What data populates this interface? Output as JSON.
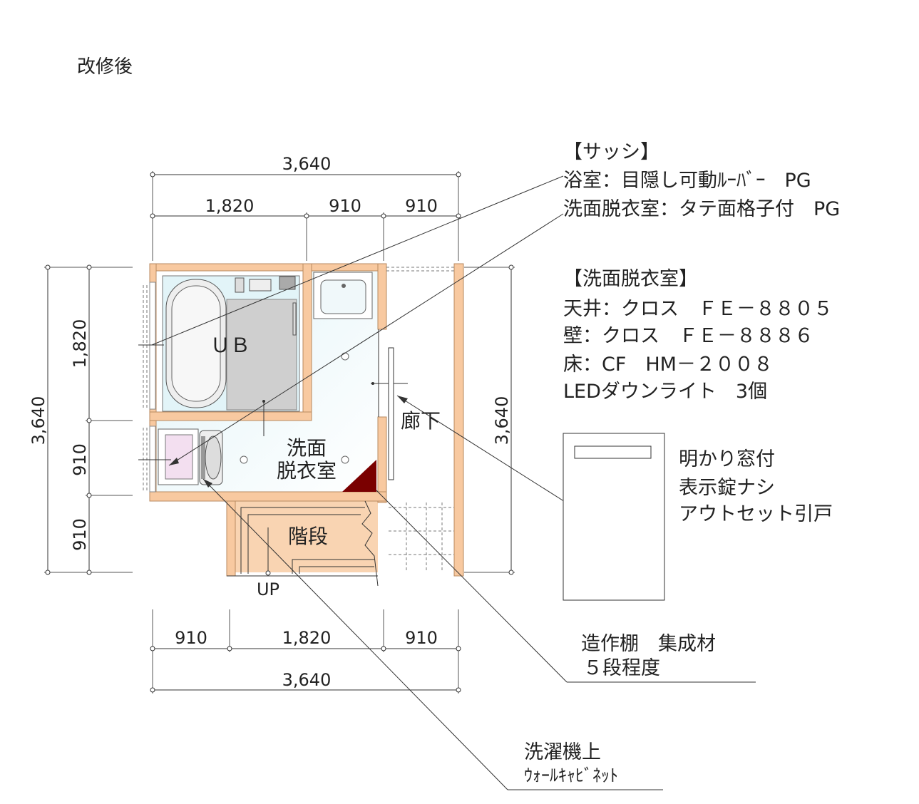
{
  "title": "改修後",
  "dimensions": {
    "top": {
      "total": "3,640",
      "segments": [
        "1,820",
        "910",
        "910"
      ]
    },
    "left": {
      "total": "3,640",
      "segments": [
        "1,820",
        "910",
        "910"
      ]
    },
    "right": {
      "total": "3,640"
    },
    "bottom": {
      "total": "3,640",
      "segments": [
        "910",
        "1,820",
        "910"
      ]
    }
  },
  "rooms": {
    "unit_bath": "ＵＢ",
    "washroom_line1": "洗面",
    "washroom_line2": "脱衣室",
    "corridor": "廊下",
    "stairs": "階段",
    "stairs_up": "UP"
  },
  "sash": {
    "heading": "【サッシ】",
    "bathroom": "浴室：目隠し可動ﾙｰﾊﾞｰ　PG",
    "washroom": "洗面脱衣室：タテ面格子付　PG"
  },
  "washroom_finish": {
    "heading": "【洗面脱衣室】",
    "items": [
      "天井：クロス　ＦＥ－８８０５",
      "壁：クロス　ＦＥ－８８８６",
      "床：CF　HM－２００８",
      "LEDダウンライト　3個"
    ]
  },
  "door": {
    "notes": [
      "明かり窓付",
      "表示錠ナシ",
      "アウトセット引戸"
    ]
  },
  "shelf": {
    "lines": [
      "造作棚　集成材",
      "５段程度"
    ]
  },
  "cabinet": {
    "lines": [
      "洗濯機上",
      "ｳｫｰﾙｷｬﾋﾞﾈｯﾄ"
    ]
  },
  "colors": {
    "wall_fill": "#f8c9a0",
    "wall_stroke": "#b98a60",
    "floor_tint": "#e2f4f8",
    "triangle": "#7a0000",
    "stair_fill": "#f9d4b2"
  }
}
